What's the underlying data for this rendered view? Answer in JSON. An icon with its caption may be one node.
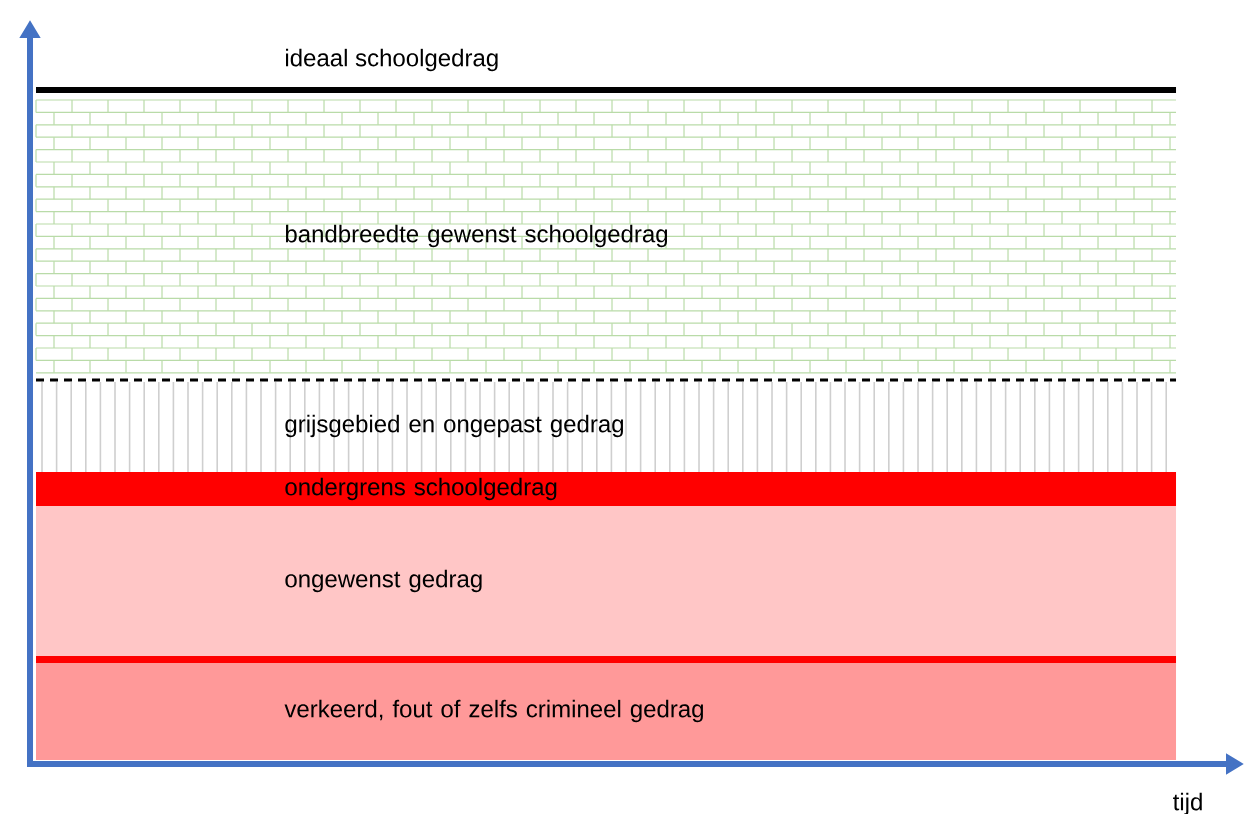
{
  "diagram": {
    "nodes": [
      {
        "text": [
          "bandbreedte gewenst schoolgedrag"
        ]
      },
      {
        "text": [
          "grijsgebied en ongepast gedrag"
        ]
      },
      {
        "text": [
          "ondergrens schoolgedrag"
        ]
      },
      {
        "text": [
          "ongewenst gedrag"
        ]
      },
      {
        "text": [
          "verkeerd, fout of zelfs crimineel gedrag"
        ]
      }
    ],
    "labels": [
      "ideaal schoolgedrag",
      "tijd"
    ]
  }
}
